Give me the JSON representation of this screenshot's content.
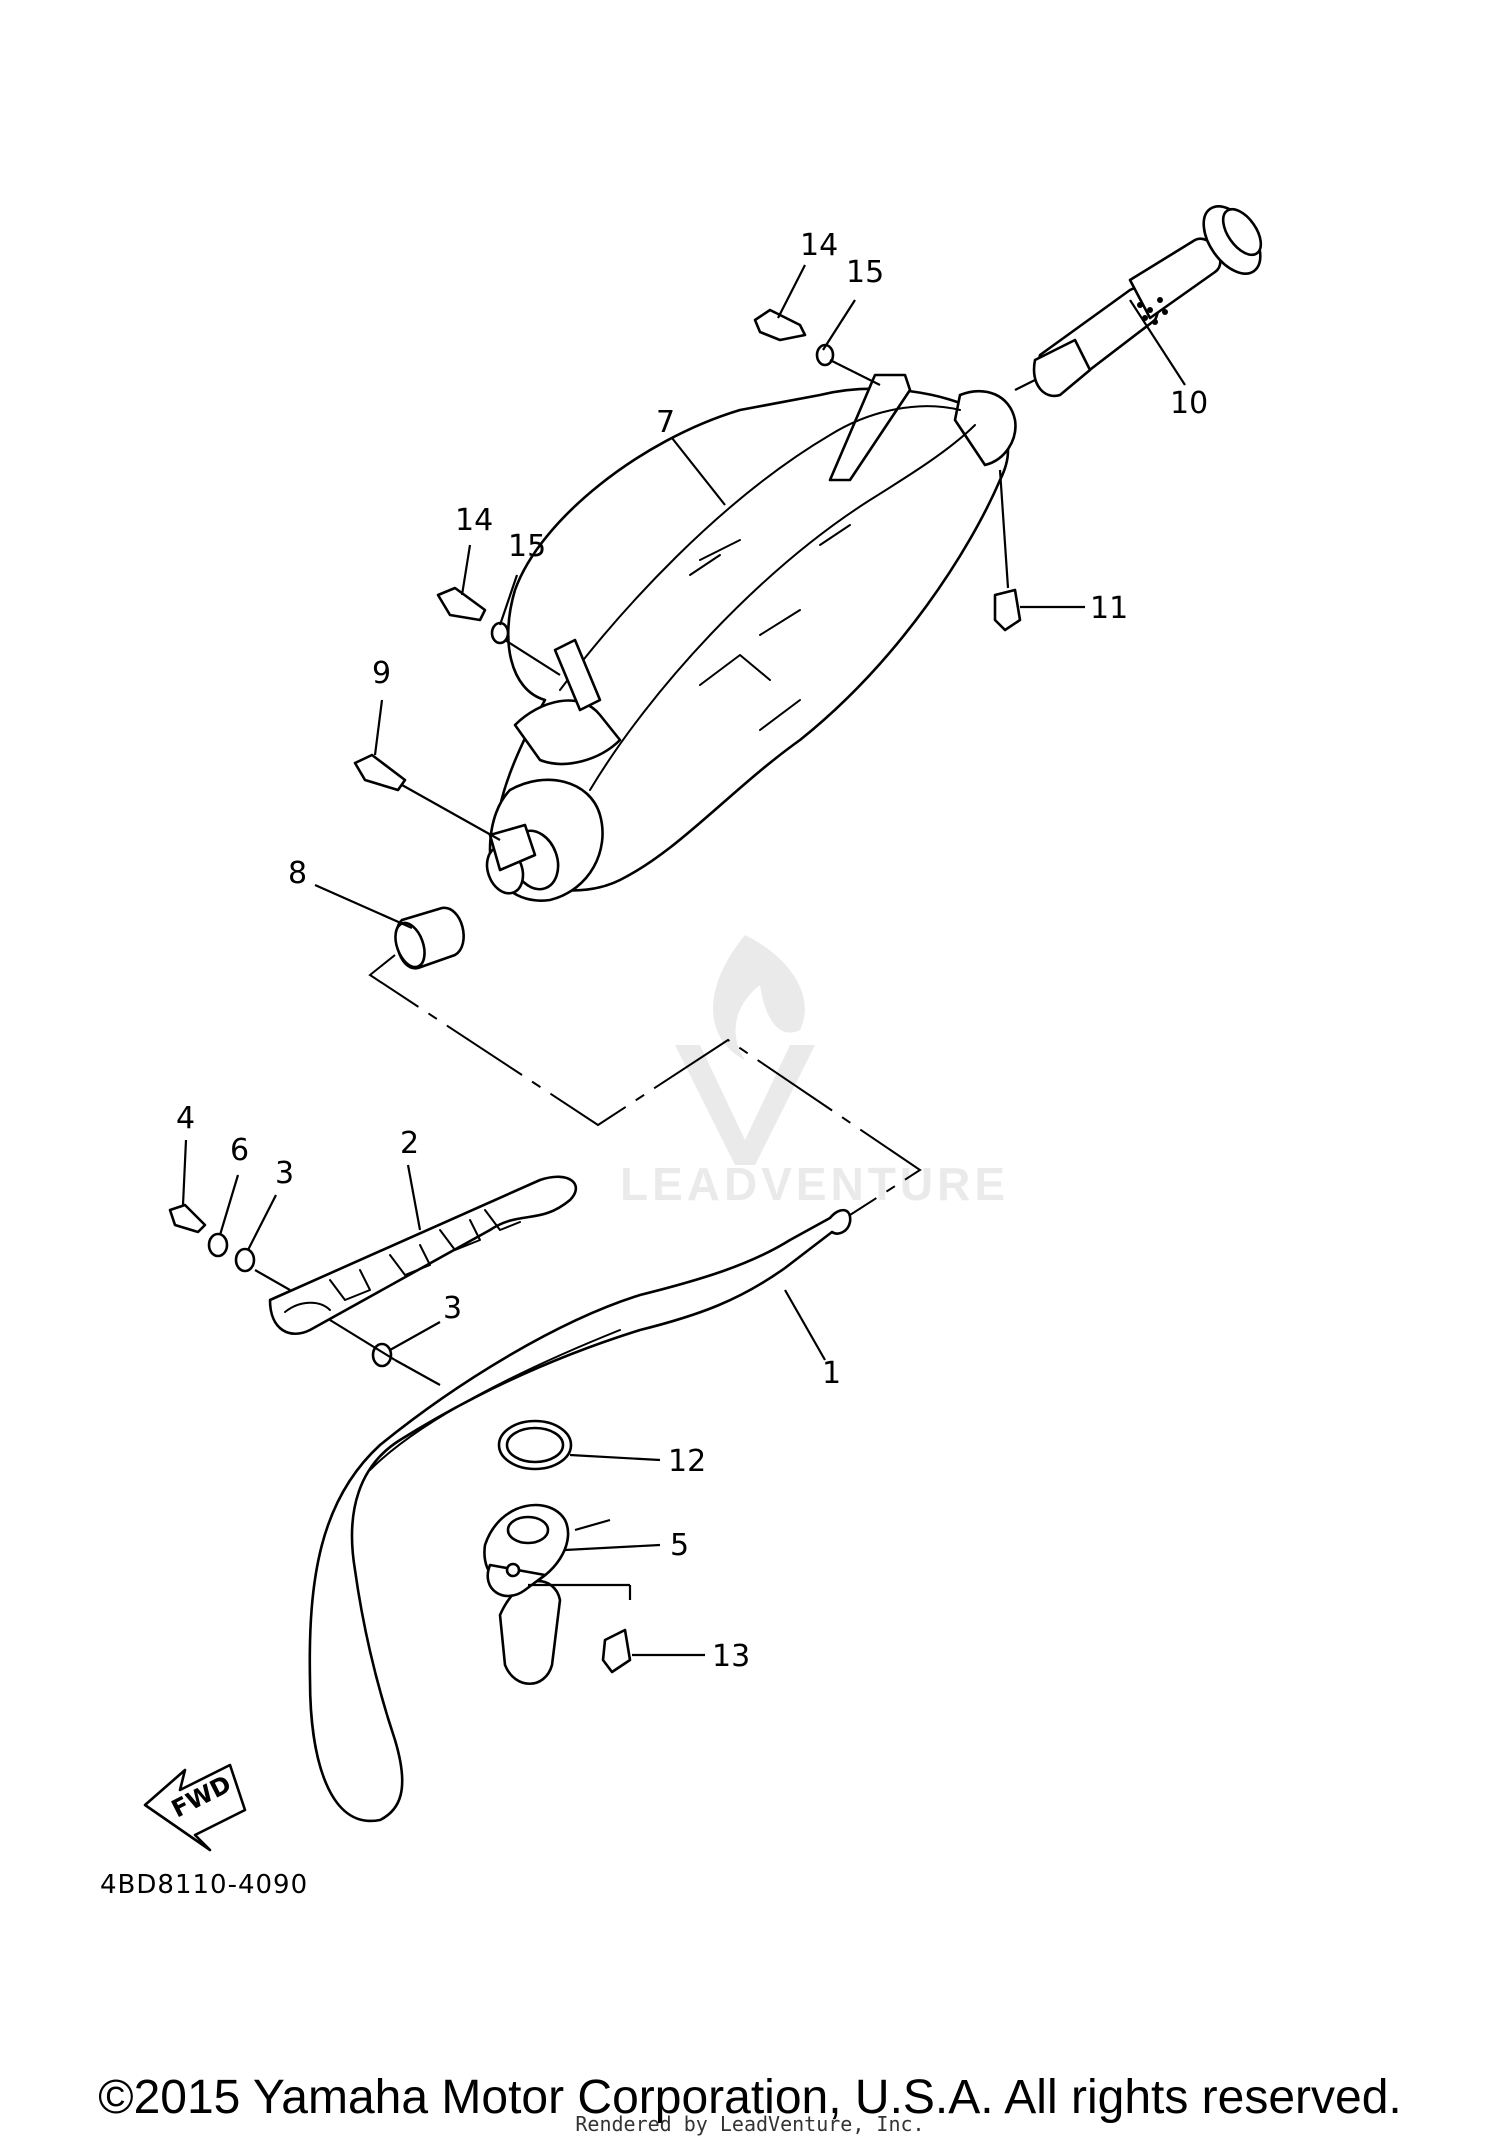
{
  "diagram": {
    "callouts": [
      {
        "id": "1",
        "label": "1"
      },
      {
        "id": "2",
        "label": "2"
      },
      {
        "id": "3a",
        "label": "3"
      },
      {
        "id": "3b",
        "label": "3"
      },
      {
        "id": "4",
        "label": "4"
      },
      {
        "id": "5",
        "label": "5"
      },
      {
        "id": "6",
        "label": "6"
      },
      {
        "id": "7",
        "label": "7"
      },
      {
        "id": "8",
        "label": "8"
      },
      {
        "id": "9",
        "label": "9"
      },
      {
        "id": "10",
        "label": "10"
      },
      {
        "id": "11",
        "label": "11"
      },
      {
        "id": "12",
        "label": "12"
      },
      {
        "id": "13",
        "label": "13"
      },
      {
        "id": "14a",
        "label": "14"
      },
      {
        "id": "14b",
        "label": "14"
      },
      {
        "id": "15a",
        "label": "15"
      },
      {
        "id": "15b",
        "label": "15"
      }
    ],
    "fwd_label": "FWD",
    "diagram_code": "4BD8110-4090",
    "watermark_text": "LEADVENTURE"
  },
  "footer": {
    "copyright": "©2015 Yamaha Motor Corporation, U.S.A. All rights reserved.",
    "rendered_by": "Rendered by LeadVenture, Inc."
  }
}
